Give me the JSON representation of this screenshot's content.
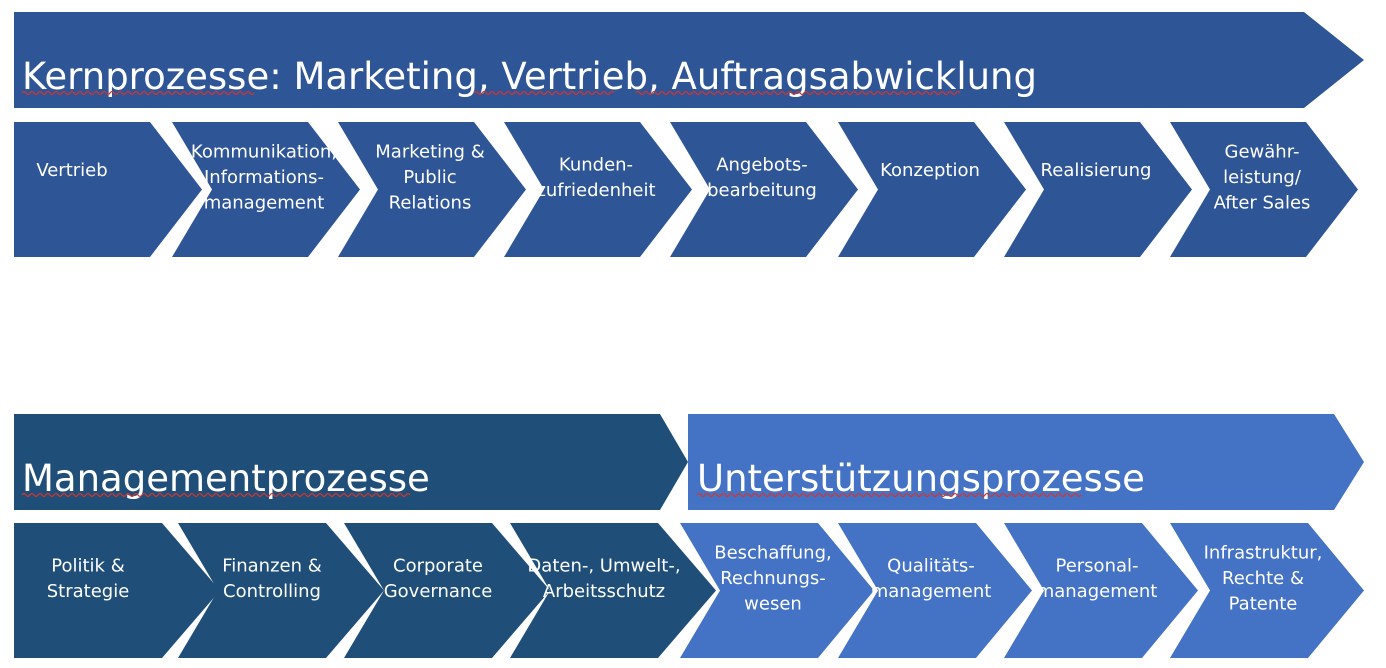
{
  "colors": {
    "core": "#2e5596",
    "management": "#1f4e79",
    "support": "#4472c4",
    "text": "#ffffff",
    "spellcheck": "#d9342b"
  },
  "banners": {
    "core": {
      "title": "Kernprozesse: Marketing, Vertrieb, Auftragsabwicklung"
    },
    "management": {
      "title": "Managementprozesse"
    },
    "support": {
      "title": "Unterstützungsprozesse"
    }
  },
  "core_steps": [
    {
      "lines": [
        "Vertrieb"
      ]
    },
    {
      "lines": [
        "Kommunikation,",
        "Informations-",
        "management"
      ]
    },
    {
      "lines": [
        "Marketing &",
        "Public",
        "Relations"
      ]
    },
    {
      "lines": [
        "Kunden-",
        "zufriedenheit"
      ]
    },
    {
      "lines": [
        "Angebots-",
        "bearbeitung"
      ]
    },
    {
      "lines": [
        "Konzeption"
      ]
    },
    {
      "lines": [
        "Realisierung"
      ]
    },
    {
      "lines": [
        "Gewähr-",
        "leistung/",
        "After Sales"
      ]
    }
  ],
  "management_steps": [
    {
      "lines": [
        "Politik &",
        "Strategie"
      ]
    },
    {
      "lines": [
        "Finanzen &",
        "Controlling"
      ]
    },
    {
      "lines": [
        "Corporate",
        "Governance"
      ]
    },
    {
      "lines": [
        "Daten-, Umwelt-,",
        "Arbeitsschutz"
      ]
    }
  ],
  "support_steps": [
    {
      "lines": [
        "Beschaffung,",
        "Rechnungs-",
        "wesen"
      ]
    },
    {
      "lines": [
        "Qualitäts-",
        "management"
      ]
    },
    {
      "lines": [
        "Personal-",
        "management"
      ]
    },
    {
      "lines": [
        "Infrastruktur,",
        "Rechte &",
        "Patente"
      ]
    }
  ]
}
